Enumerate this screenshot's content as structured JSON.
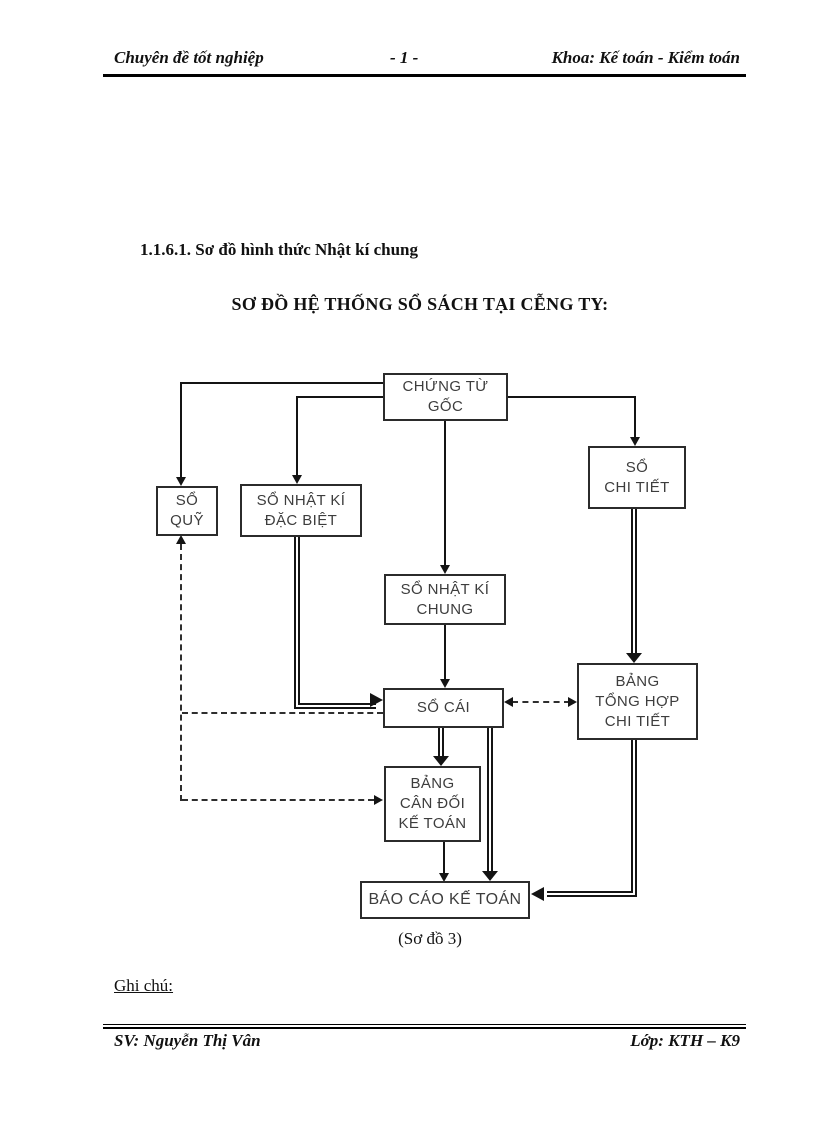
{
  "header": {
    "left": "Chuyên đề tốt nghiệp",
    "center": "- 1 -",
    "right": "Khoa: Kế toán - Kiểm toán"
  },
  "body": {
    "section_heading": "1.1.6.1. Sơ đồ hình thức Nhật kí chung",
    "diagram_title": "SƠ ĐỒ HỆ THỐNG SỔ SÁCH TẠI CỄNG TY:",
    "caption": "(Sơ đồ 3)",
    "note_label": "Ghi chú:"
  },
  "footer": {
    "left": "SV: Nguyễn Thị Vân",
    "right": "Lớp: KTH – K9"
  },
  "diagram": {
    "boxes": {
      "chung_tu_goc": {
        "lines": [
          "CHỨNG TỪ",
          "GỐC"
        ]
      },
      "so_quy": {
        "lines": [
          "SỔ",
          "QUỸ"
        ]
      },
      "so_nhat_ki_dac_biet": {
        "lines": [
          "SỔ NHẬT KÍ",
          "ĐẶC BIỆT"
        ]
      },
      "so_chi_tiet": {
        "lines": [
          "SỔ",
          "CHI TIẾT"
        ]
      },
      "so_nhat_ki_chung": {
        "lines": [
          "SỔ NHẬT KÍ",
          "CHUNG"
        ]
      },
      "so_cai": {
        "lines": [
          "SỔ CÁI"
        ]
      },
      "bang_tong_hop_chi_tiet": {
        "lines": [
          "BẢNG",
          "TỔNG HỢP",
          "CHI TIẾT"
        ]
      },
      "bang_can_doi_ke_toan": {
        "lines": [
          "BẢNG",
          "CÂN ĐỐI",
          "KẾ TOÁN"
        ]
      },
      "bao_cao_ke_toan": {
        "lines": [
          "BÁO CÁO KẾ TOÁN"
        ]
      }
    },
    "edges": [
      {
        "from": "chung_tu_goc",
        "to": "so_quy",
        "style": "solid-arrow"
      },
      {
        "from": "chung_tu_goc",
        "to": "so_nhat_ki_dac_biet",
        "style": "solid-arrow"
      },
      {
        "from": "chung_tu_goc",
        "to": "so_chi_tiet",
        "style": "solid-arrow"
      },
      {
        "from": "chung_tu_goc",
        "to": "so_nhat_ki_chung",
        "style": "solid-arrow"
      },
      {
        "from": "so_nhat_ki_chung",
        "to": "so_cai",
        "style": "solid-arrow"
      },
      {
        "from": "so_nhat_ki_dac_biet",
        "to": "so_cai",
        "style": "double-line-arrow"
      },
      {
        "from": "so_chi_tiet",
        "to": "bang_tong_hop_chi_tiet",
        "style": "double-line-arrow"
      },
      {
        "from": "so_cai",
        "to": "bang_tong_hop_chi_tiet",
        "style": "dashed-double-headed"
      },
      {
        "from": "so_cai",
        "to": "bang_can_doi_ke_toan",
        "style": "double-line-arrow"
      },
      {
        "from": "so_cai",
        "to": "bao_cao_ke_toan",
        "style": "double-line-arrow"
      },
      {
        "from": "bang_can_doi_ke_toan",
        "to": "bao_cao_ke_toan",
        "style": "solid-arrow"
      },
      {
        "from": "bang_tong_hop_chi_tiet",
        "to": "bao_cao_ke_toan",
        "style": "double-line-arrow"
      },
      {
        "from": "so_cai",
        "to": "so_quy",
        "style": "dashed-arrow"
      },
      {
        "from": "so_quy_branch",
        "to": "bang_can_doi_ke_toan",
        "style": "dashed-arrow"
      }
    ],
    "colors": {
      "ink": "#141414",
      "box_border": "#2b2b2b",
      "box_text": "#3d3d3d",
      "page_bg": "#ffffff"
    }
  }
}
